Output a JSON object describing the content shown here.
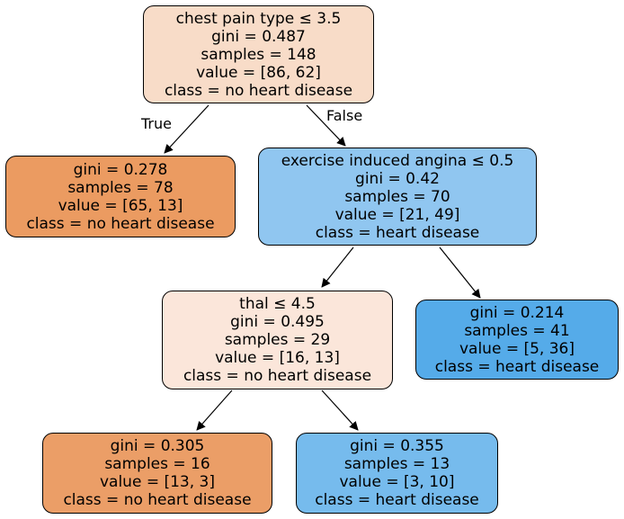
{
  "tree": {
    "nodes": [
      {
        "id": "root",
        "split": "chest pain type ≤ 3.5",
        "gini": "gini = 0.487",
        "samples": "samples = 148",
        "value": "value = [86, 62]",
        "class": "class = no heart disease",
        "fill": "#f8dcc8"
      },
      {
        "id": "left-leaf",
        "split": "",
        "gini": "gini = 0.278",
        "samples": "samples = 78",
        "value": "value = [65, 13]",
        "class": "class = no heart disease",
        "fill": "#eb9b61"
      },
      {
        "id": "exercise-node",
        "split": "exercise induced angina ≤ 0.5",
        "gini": "gini = 0.42",
        "samples": "samples = 70",
        "value": "value = [21, 49]",
        "class": "class = heart disease",
        "fill": "#90c6f0"
      },
      {
        "id": "thal-node",
        "split": "thal ≤ 4.5",
        "gini": "gini = 0.495",
        "samples": "samples = 29",
        "value": "value = [16, 13]",
        "class": "class = no heart disease",
        "fill": "#fbe6da"
      },
      {
        "id": "heart-leaf-41",
        "split": "",
        "gini": "gini = 0.214",
        "samples": "samples = 41",
        "value": "value = [5, 36]",
        "class": "class = heart disease",
        "fill": "#55abe9"
      },
      {
        "id": "no-heart-leaf-16",
        "split": "",
        "gini": "gini = 0.305",
        "samples": "samples = 16",
        "value": "value = [13, 3]",
        "class": "class = no heart disease",
        "fill": "#eb9e67"
      },
      {
        "id": "heart-leaf-13",
        "split": "",
        "gini": "gini = 0.355",
        "samples": "samples = 13",
        "value": "value = [3, 10]",
        "class": "class = heart disease",
        "fill": "#76bbed"
      }
    ],
    "edge_labels": {
      "true": "True",
      "false": "False"
    }
  }
}
